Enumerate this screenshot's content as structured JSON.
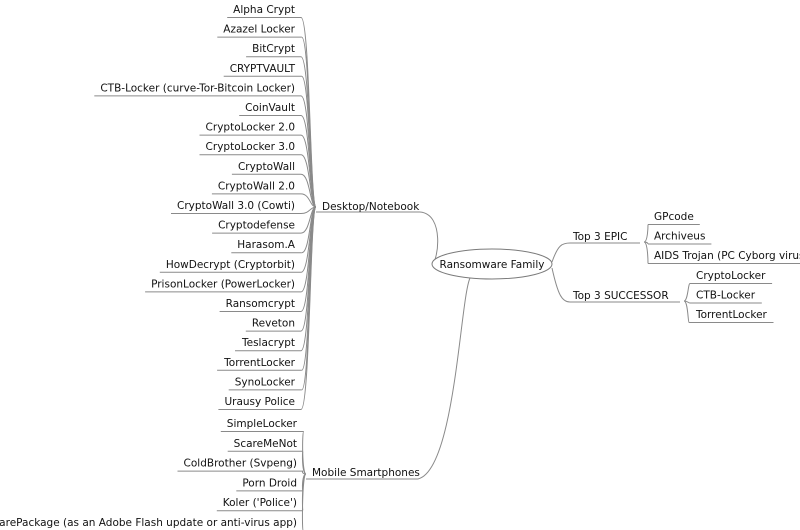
{
  "root": {
    "label": "Ransomware Family"
  },
  "branches": {
    "desktop": {
      "label": "Desktop/Notebook",
      "items": [
        "Alpha Crypt",
        "Azazel Locker",
        "BitCrypt",
        "CRYPTVAULT",
        "CTB-Locker (curve-Tor-Bitcoin Locker)",
        "CoinVault",
        "CryptoLocker 2.0",
        "CryptoLocker 3.0",
        "CryptoWall",
        "CryptoWall 2.0",
        "CryptoWall 3.0 (Cowti)",
        "Cryptodefense",
        "Harasom.A",
        "HowDecrypt (Cryptorbit)",
        "PrisonLocker (PowerLocker)",
        "Ransomcrypt",
        "Reveton",
        "Teslacrypt",
        "TorrentLocker",
        "SynoLocker",
        "Urausy Police"
      ]
    },
    "mobile": {
      "label": "Mobile Smartphones",
      "items": [
        "SimpleLocker",
        "ScareMeNot",
        "ColdBrother (Svpeng)",
        "Porn Droid",
        "Koler ('Police')",
        "ScarePackage (as an Adobe Flash update or anti-virus app)"
      ]
    },
    "epic": {
      "label": "Top 3 EPIC",
      "items": [
        "GPcode",
        "Archiveus",
        "AIDS Trojan (PC Cyborg virus)"
      ]
    },
    "successor": {
      "label": "Top 3 SUCCESSOR",
      "items": [
        "CryptoLocker",
        "CTB-Locker",
        "TorrentLocker"
      ]
    }
  },
  "colors": {
    "line": "#8a8a8a",
    "text": "#111111",
    "background": "#ffffff"
  }
}
